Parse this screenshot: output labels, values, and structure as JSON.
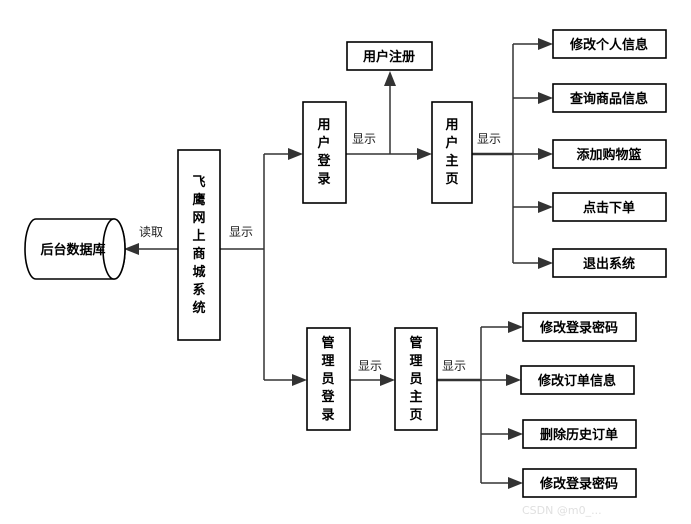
{
  "nodes": {
    "database": "后台数据库",
    "main_system": [
      "飞",
      "鹰",
      "网",
      "上",
      "商",
      "城",
      "系",
      "统"
    ],
    "user_login": [
      "用",
      "户",
      "登",
      "录"
    ],
    "user_register": "用户注册",
    "user_home": [
      "用",
      "户",
      "主",
      "页"
    ],
    "admin_login": [
      "管",
      "理",
      "员",
      "登",
      "录"
    ],
    "admin_home": [
      "管",
      "理",
      "员",
      "主",
      "页"
    ],
    "user_actions": [
      "修改个人信息",
      "查询商品信息",
      "添加购物篮",
      "点击下单",
      "退出系统"
    ],
    "admin_actions": [
      "修改登录密码",
      "修改订单信息",
      "删除历史订单",
      "修改登录密码"
    ]
  },
  "edges": {
    "read": "读取",
    "show_main": "显示",
    "show_user": "显示",
    "show_user_home": "显示",
    "show_admin": "显示",
    "show_admin_home": "显示"
  },
  "watermark": "CSDN @m0_..."
}
